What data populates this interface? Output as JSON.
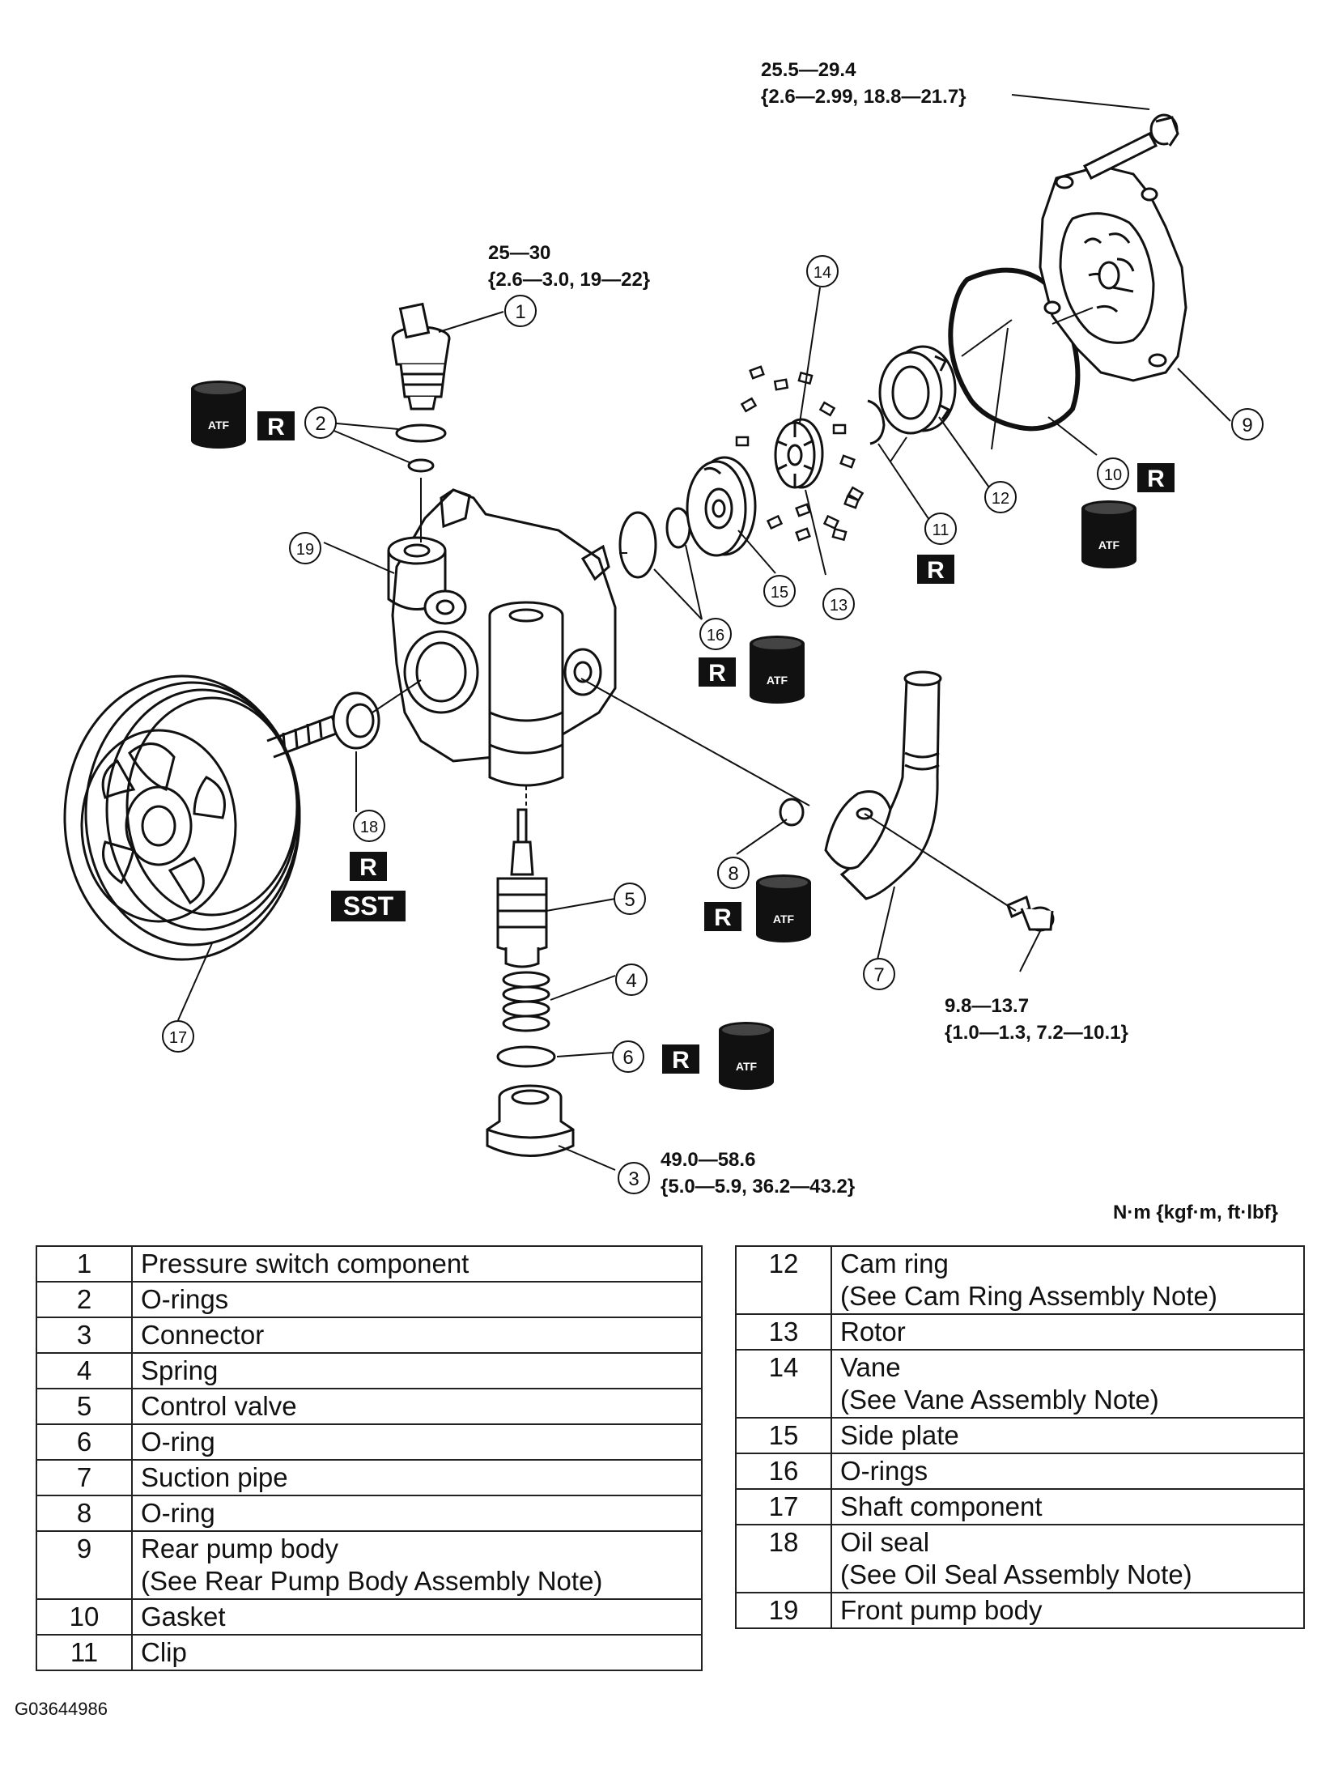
{
  "callouts": [
    "1",
    "2",
    "3",
    "4",
    "5",
    "6",
    "7",
    "8",
    "9",
    "10",
    "11",
    "12",
    "13",
    "14",
    "15",
    "16",
    "17",
    "18",
    "19"
  ],
  "symbols": {
    "atf": "ATF",
    "replace": "R",
    "sst": "SST"
  },
  "torque_specs": [
    {
      "id": "t_cover_bolt",
      "line1": "25.5—29.4",
      "line2": "{2.6—2.99, 18.8—21.7}"
    },
    {
      "id": "t_switch",
      "line1": "25—30",
      "line2": "{2.6—3.0, 19—22}"
    },
    {
      "id": "t_pipe_bolt",
      "line1": "9.8—13.7",
      "line2": "{1.0—1.3, 7.2—10.1}"
    },
    {
      "id": "t_connector",
      "line1": "49.0—58.6",
      "line2": "{5.0—5.9, 36.2—43.2}"
    }
  ],
  "units_note": "N·m {kgf·m, ft·lbf}",
  "legend_left": [
    {
      "num": "1",
      "name": "Pressure switch component",
      "note": ""
    },
    {
      "num": "2",
      "name": "O-rings",
      "note": ""
    },
    {
      "num": "3",
      "name": "Connector",
      "note": ""
    },
    {
      "num": "4",
      "name": "Spring",
      "note": ""
    },
    {
      "num": "5",
      "name": "Control valve",
      "note": ""
    },
    {
      "num": "6",
      "name": "O-ring",
      "note": ""
    },
    {
      "num": "7",
      "name": "Suction pipe",
      "note": ""
    },
    {
      "num": "8",
      "name": "O-ring",
      "note": ""
    },
    {
      "num": "9",
      "name": "Rear pump body",
      "note": "(See Rear Pump Body Assembly Note)"
    },
    {
      "num": "10",
      "name": "Gasket",
      "note": ""
    },
    {
      "num": "11",
      "name": "Clip",
      "note": ""
    }
  ],
  "legend_right": [
    {
      "num": "12",
      "name": "Cam ring",
      "note": "(See Cam Ring Assembly Note)"
    },
    {
      "num": "13",
      "name": "Rotor",
      "note": ""
    },
    {
      "num": "14",
      "name": "Vane",
      "note": "(See Vane Assembly Note)"
    },
    {
      "num": "15",
      "name": "Side plate",
      "note": ""
    },
    {
      "num": "16",
      "name": "O-rings",
      "note": ""
    },
    {
      "num": "17",
      "name": "Shaft component",
      "note": ""
    },
    {
      "num": "18",
      "name": "Oil seal",
      "note": "(See Oil Seal Assembly Note)"
    },
    {
      "num": "19",
      "name": "Front pump body",
      "note": ""
    }
  ],
  "figure_id": "G03644986"
}
